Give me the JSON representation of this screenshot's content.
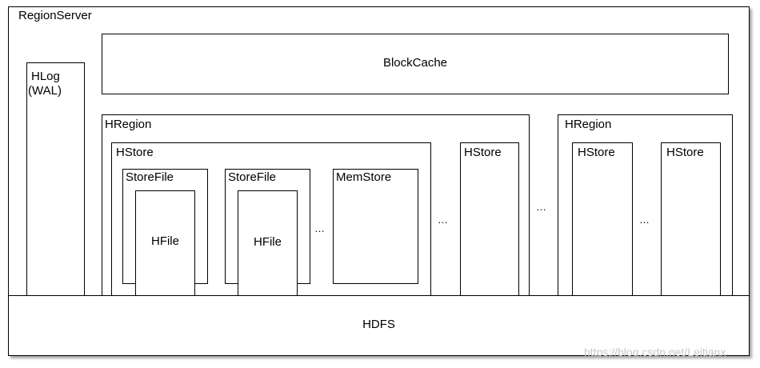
{
  "region_server": {
    "label": "RegionServer"
  },
  "hlog": {
    "label_line1": "HLog",
    "label_line2": "(WAL)"
  },
  "block_cache": {
    "label": "BlockCache"
  },
  "hregion_1": {
    "label": "HRegion",
    "hstore_main": {
      "label": "HStore",
      "storefile_1": {
        "label": "StoreFile",
        "hfile": "HFile"
      },
      "storefile_2": {
        "label": "StoreFile",
        "hfile": "HFile"
      },
      "memstore": {
        "label": "MemStore"
      }
    },
    "hstore_2": {
      "label": "HStore"
    }
  },
  "hregion_2": {
    "label": "HRegion",
    "hstore_a": {
      "label": "HStore"
    },
    "hstore_b": {
      "label": "HStore"
    }
  },
  "ellipsis": "…",
  "hdfs": {
    "label": "HDFS"
  },
  "watermark": "https://blog.csdn.net/Leitianx"
}
